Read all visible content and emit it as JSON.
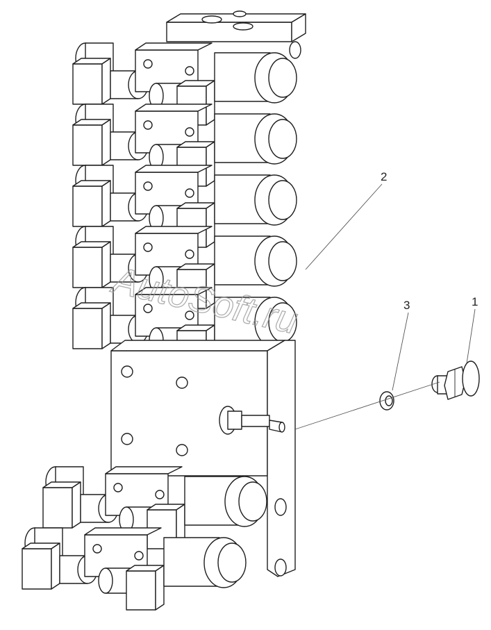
{
  "callouts": [
    {
      "id": "1",
      "label": "1"
    },
    {
      "id": "2",
      "label": "2"
    },
    {
      "id": "3",
      "label": "3"
    }
  ],
  "watermark": "AutoSoft.ru"
}
